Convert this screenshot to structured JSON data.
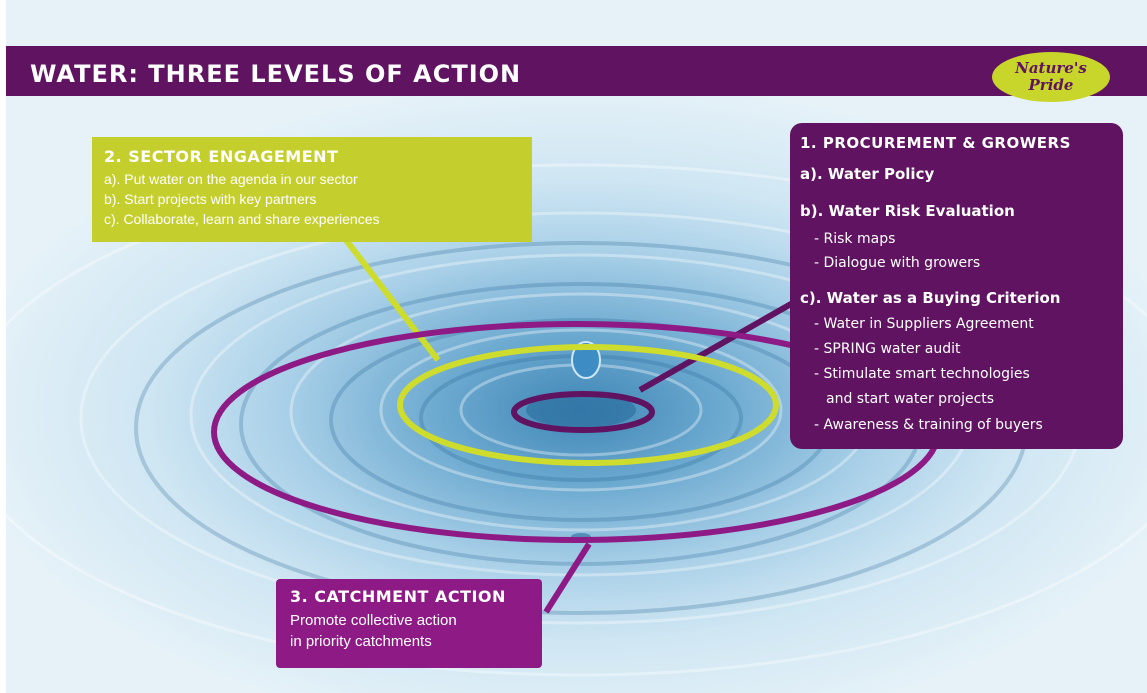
{
  "title": "WATER: THREE LEVELS OF ACTION",
  "logo": {
    "line1": "Nature's",
    "line2": "Pride"
  },
  "sector": {
    "heading": "2. SECTOR ENGAGEMENT",
    "lines": [
      "a). Put water on the agenda in our sector",
      "b). Start projects with key partners",
      "c). Collaborate, learn and share experiences"
    ]
  },
  "procurement": {
    "heading": "1. PROCUREMENT & GROWERS",
    "a": "a). Water Policy",
    "b": "b). Water Risk Evaluation",
    "b_items": [
      "- Risk maps",
      "- Dialogue with growers"
    ],
    "c": "c). Water as a Buying Criterion",
    "c_items": [
      "- Water in Suppliers Agreement",
      "- SPRING water audit",
      "- Stimulate smart technologies",
      "and start water projects",
      "- Awareness & training of buyers"
    ]
  },
  "catchment": {
    "heading": "3. CATCHMENT ACTION",
    "lines": [
      "Promote collective action",
      "in priority catchments"
    ]
  },
  "colors": {
    "purple": "#5f1360",
    "magenta": "#8e1a86",
    "lime": "#c4cf2e",
    "ring_lime": "#cddc2d"
  }
}
